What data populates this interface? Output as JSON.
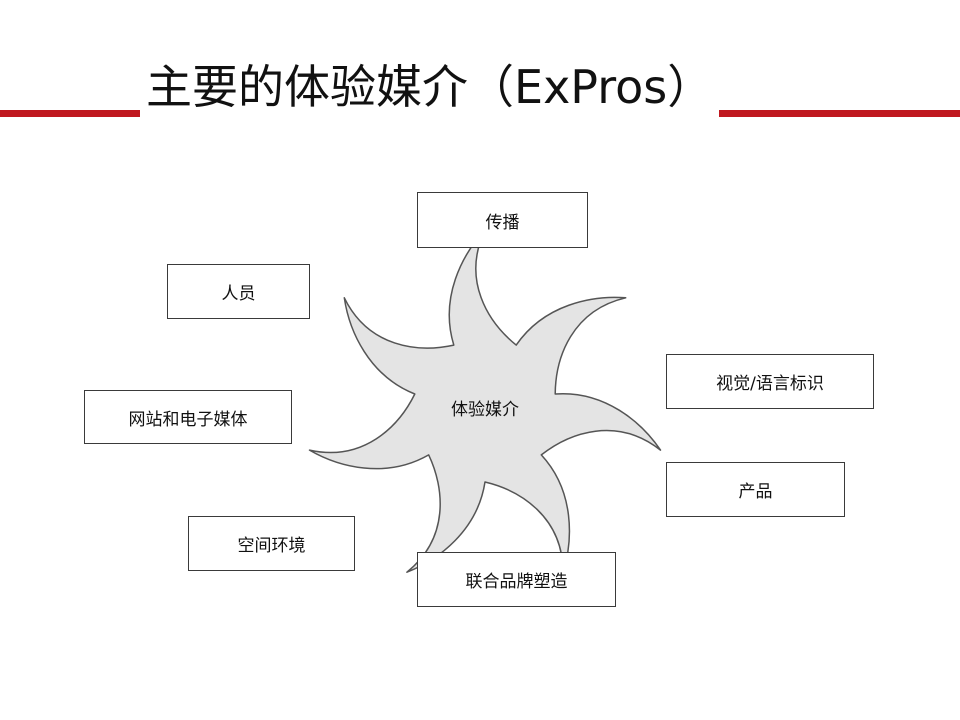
{
  "title": "主要的体验媒介（ExPros）",
  "colors": {
    "title_rule": "#c0181f",
    "shape_fill": "#e4e4e4",
    "shape_stroke": "#555555",
    "box_border": "#3a3a3a"
  },
  "diagram": {
    "center": "体验媒介",
    "nodes": {
      "chuanbo": "传播",
      "renyuan": "人员",
      "shijue": "视觉/语言标识",
      "wangzhan": "网站和电子媒体",
      "chanpin": "产品",
      "kongjian": "空间环境",
      "lianhe": "联合品牌塑造"
    }
  }
}
